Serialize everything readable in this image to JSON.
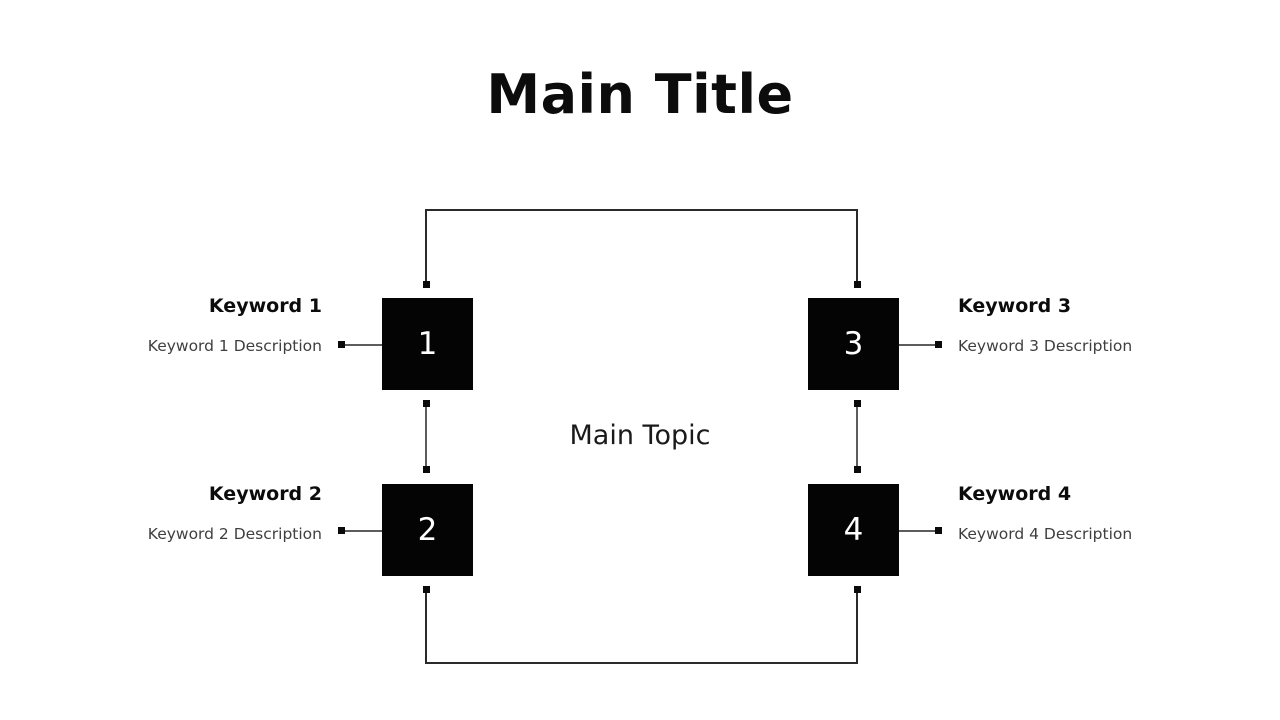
{
  "title": "Main Title",
  "center": {
    "label": "Main Topic"
  },
  "nodes": [
    {
      "number": "1",
      "keyword": "Keyword 1",
      "description": "Keyword 1 Description",
      "side": "left"
    },
    {
      "number": "2",
      "keyword": "Keyword 2",
      "description": "Keyword 2 Description",
      "side": "left"
    },
    {
      "number": "3",
      "keyword": "Keyword 3",
      "description": "Keyword 3 Description",
      "side": "right"
    },
    {
      "number": "4",
      "keyword": "Keyword 4",
      "description": "Keyword 4 Description",
      "side": "right"
    }
  ],
  "colors": {
    "background": "#ffffff",
    "box_fill": "#040404",
    "box_text": "#ffffff",
    "title_text": "#0c0c0c",
    "keyword_text": "#0c0c0c",
    "description_text": "#3f3f3f",
    "connector_line": "#5c5c5c",
    "bracket_line": "#2a2a2a",
    "connector_dot": "#0a0a0a"
  }
}
